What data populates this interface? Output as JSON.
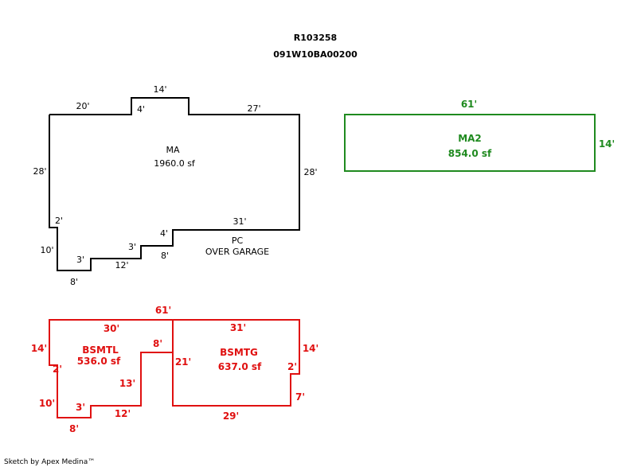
{
  "header": {
    "parcel_id": "R103258",
    "map_number": "091W10BA00200"
  },
  "colors": {
    "main_floor": "#000000",
    "second_floor": "#1f8a1f",
    "basement": "#e01010"
  },
  "areas": {
    "ma": {
      "code": "MA",
      "area": "1960.0 sf"
    },
    "pc": {
      "code": "PC",
      "description": "OVER GARAGE"
    },
    "ma2": {
      "code": "MA2",
      "area": "854.0 sf"
    },
    "bsmtl": {
      "code": "BSMTL",
      "area": "536.0 sf"
    },
    "bsmtg": {
      "code": "BSMTG",
      "area": "637.0 sf"
    }
  },
  "dimensions": {
    "ma": {
      "top_left": "20'",
      "notch_left": "4'",
      "notch_top": "14'",
      "top_right": "27'",
      "right": "28'",
      "left": "28'",
      "left_jog": "2'",
      "left_lower": "10'",
      "bottom_left": "8'",
      "step_up_1": "3'",
      "step_run_1": "12'",
      "step_up_2": "3'",
      "step_run_2": "8'",
      "step_up_3": "4'",
      "bottom_right": "31'"
    },
    "ma2": {
      "top": "61'",
      "right": "14'"
    },
    "basement": {
      "overall": "61'",
      "top_left": "30'",
      "top_right": "31'",
      "left": "14'",
      "left_jog": "2'",
      "left_lower": "10'",
      "bottom_left": "8'",
      "step_up": "3'",
      "step_run": "12'",
      "inner_vertical": "13'",
      "inner_top": "8'",
      "divider": "21'",
      "right": "14'",
      "right_jog": "2'",
      "right_lower": "7'",
      "bottom_right": "29'"
    }
  },
  "footer": {
    "credit": "Sketch by Apex Medina™"
  }
}
